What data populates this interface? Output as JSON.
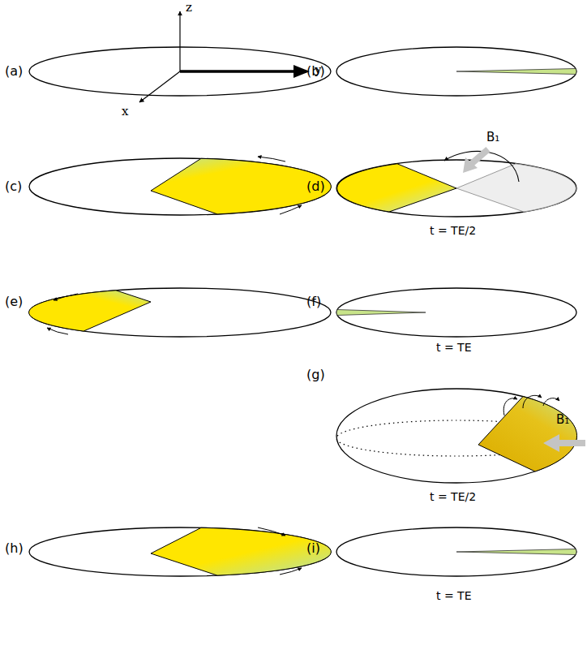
{
  "diagram": {
    "labels": [
      "z",
      "(a)",
      "(b)",
      "y",
      "x",
      "(c)",
      "(d)",
      "B₁",
      "t = TE/2",
      "(e)",
      "(f)",
      "t = TE",
      "(g)",
      "B₁",
      "t = TE/2",
      "(h)",
      "(i)",
      "t = TE"
    ]
  }
}
